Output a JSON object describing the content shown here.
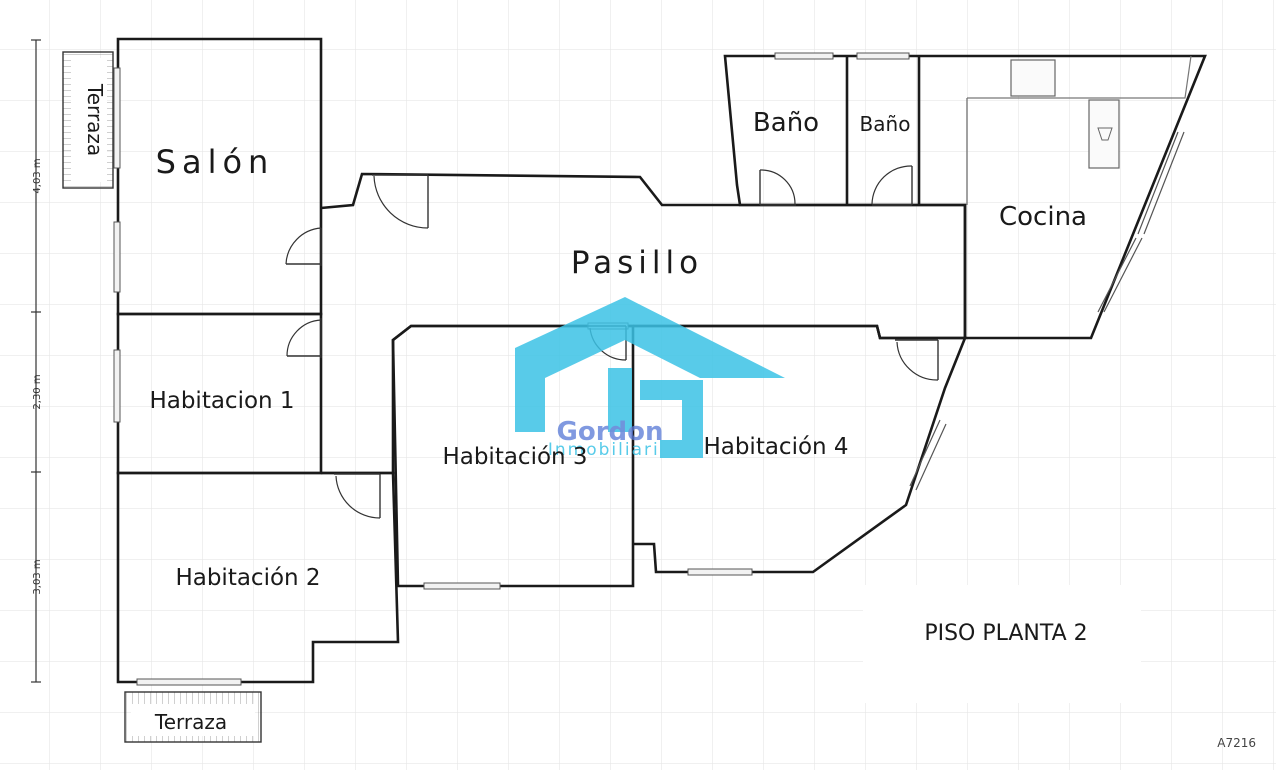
{
  "plan": {
    "rooms": {
      "salon": "Salón",
      "pasillo": "Pasillo",
      "habitacion1": "Habitacion 1",
      "habitacion2": "Habitación 2",
      "habitacion3": "Habitación 3",
      "habitacion4": "Habitación 4",
      "bano1": "Baño",
      "bano2": "Baño",
      "cocina": "Cocina",
      "terraza_top": "Terraza",
      "terraza_bottom": "Terraza"
    },
    "dimensions": [
      "4,03 m",
      "2,30 m",
      "3,03 m"
    ],
    "floor_label": "PISO PLANTA 2",
    "reference": "A7216"
  },
  "watermark": {
    "brand": "Gordon",
    "subtitle": "Inmobiliaria",
    "color": "#3cc3e6"
  },
  "colors": {
    "wall": "#1a1a1a",
    "grid": "#e6e6e6",
    "background": "#ffffff"
  }
}
